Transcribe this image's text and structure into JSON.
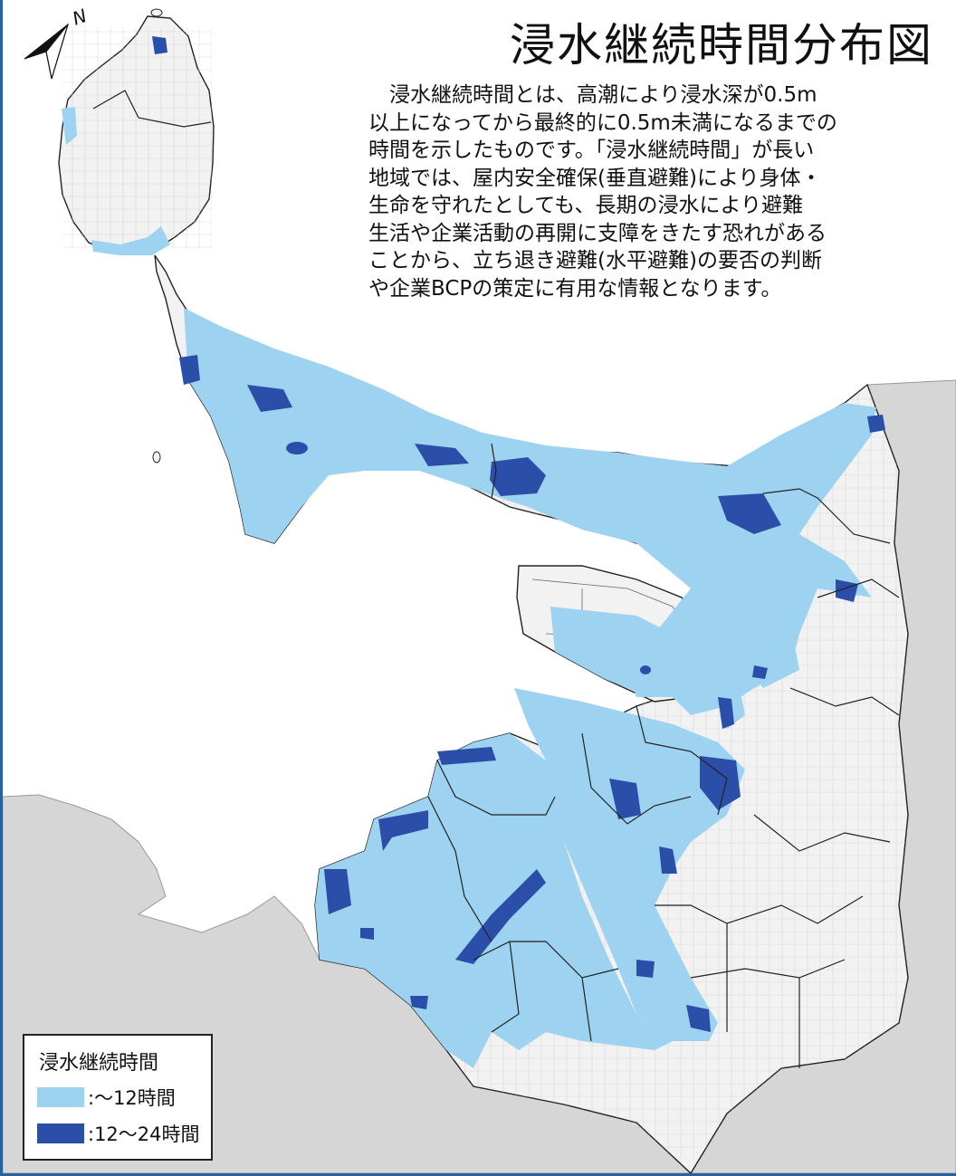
{
  "title": "浸水継続時間分布図",
  "description_lines": [
    "　浸水継続時間とは、高潮により浸水深が0.5m",
    "以上になってから最終的に0.5m未満になるまでの",
    "時間を示したものです。「浸水継続時間」が長い",
    "地域では、屋内安全確保(垂直避難)により身体・",
    "生命を守れたとしても、長期の浸水により避難",
    "生活や企業活動の再開に支障をきたす恐れがある",
    "ことから、立ち退き避難(水平避難)の要否の判断",
    "や企業BCPの策定に有用な情報となります。"
  ],
  "north_label": "N",
  "legend": {
    "title": "浸水継続時間",
    "items": [
      {
        "label": ":～12時間",
        "color": "#9dd3f0"
      },
      {
        "label": ":12～24時間",
        "color": "#2b4ea8"
      }
    ]
  },
  "colors": {
    "frame": "#2a5fa0",
    "land": "#f2f2f2",
    "land_border": "#222222",
    "outside_land": "#d6d6d6",
    "water": "#ffffff",
    "flood_light": "#9dd3f0",
    "flood_dark": "#2b4ea8"
  },
  "icons": [
    "north-arrow-icon"
  ]
}
